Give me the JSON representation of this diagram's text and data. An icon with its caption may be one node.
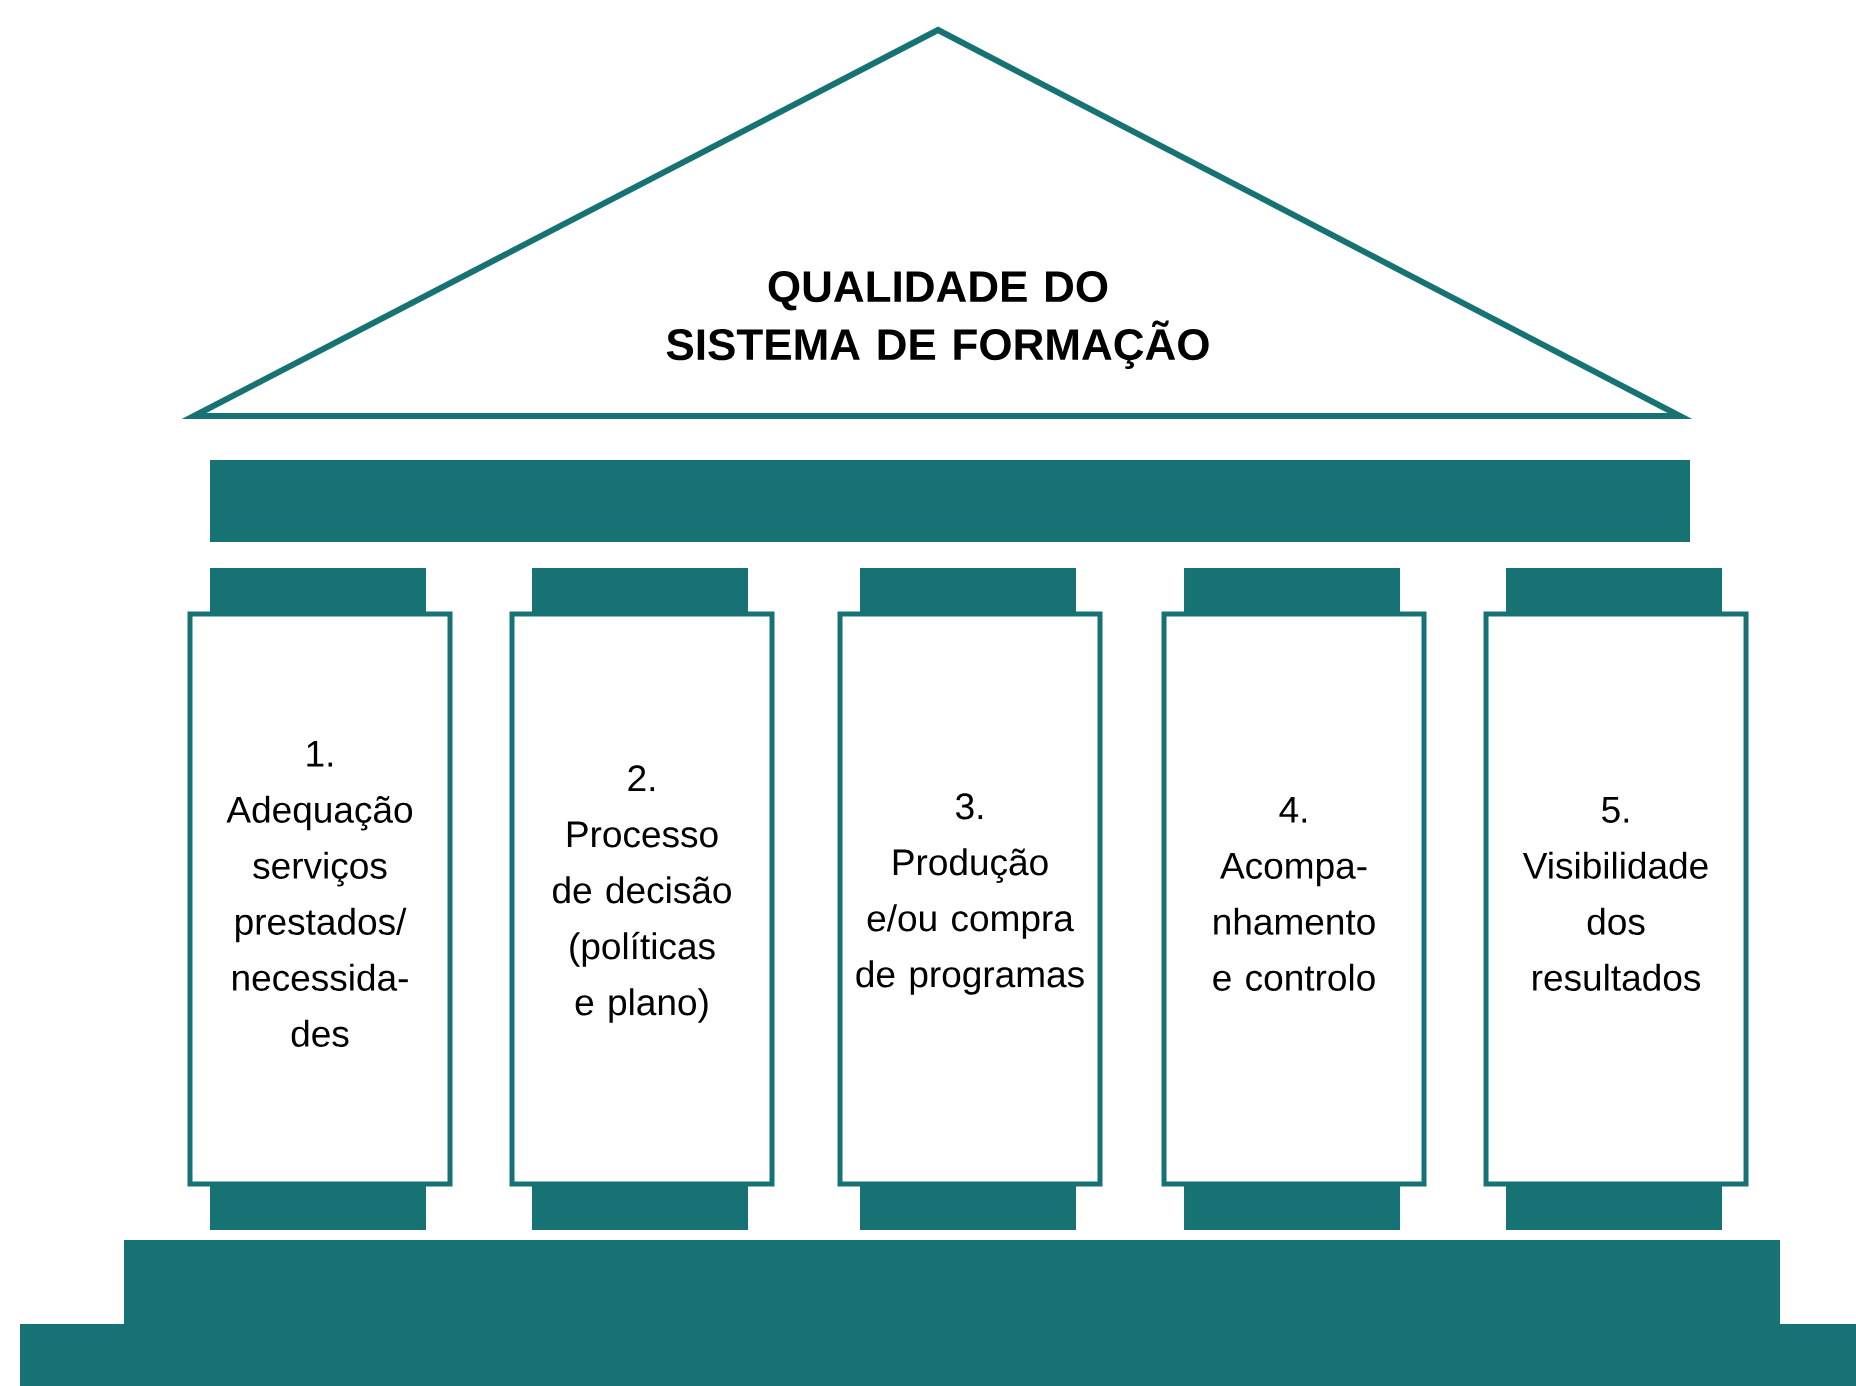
{
  "diagram": {
    "nodes": [
      {
        "text": [
          "QUALIDADE DO SISTEMA DE FORMAÇÃO"
        ]
      },
      {
        "text": [
          "1.",
          "Adequação serviços prestados/ necessida- des"
        ]
      },
      {
        "text": [
          "2.",
          "Processo de decisão (políticas e plano)"
        ]
      },
      {
        "text": [
          "3.",
          "Produção e/ou compra de programas"
        ]
      },
      {
        "text": [
          "4.",
          "Acompa- nhamento e controlo"
        ]
      },
      {
        "text": [
          "5.",
          "Visibilidade dos resultados"
        ]
      }
    ]
  }
}
